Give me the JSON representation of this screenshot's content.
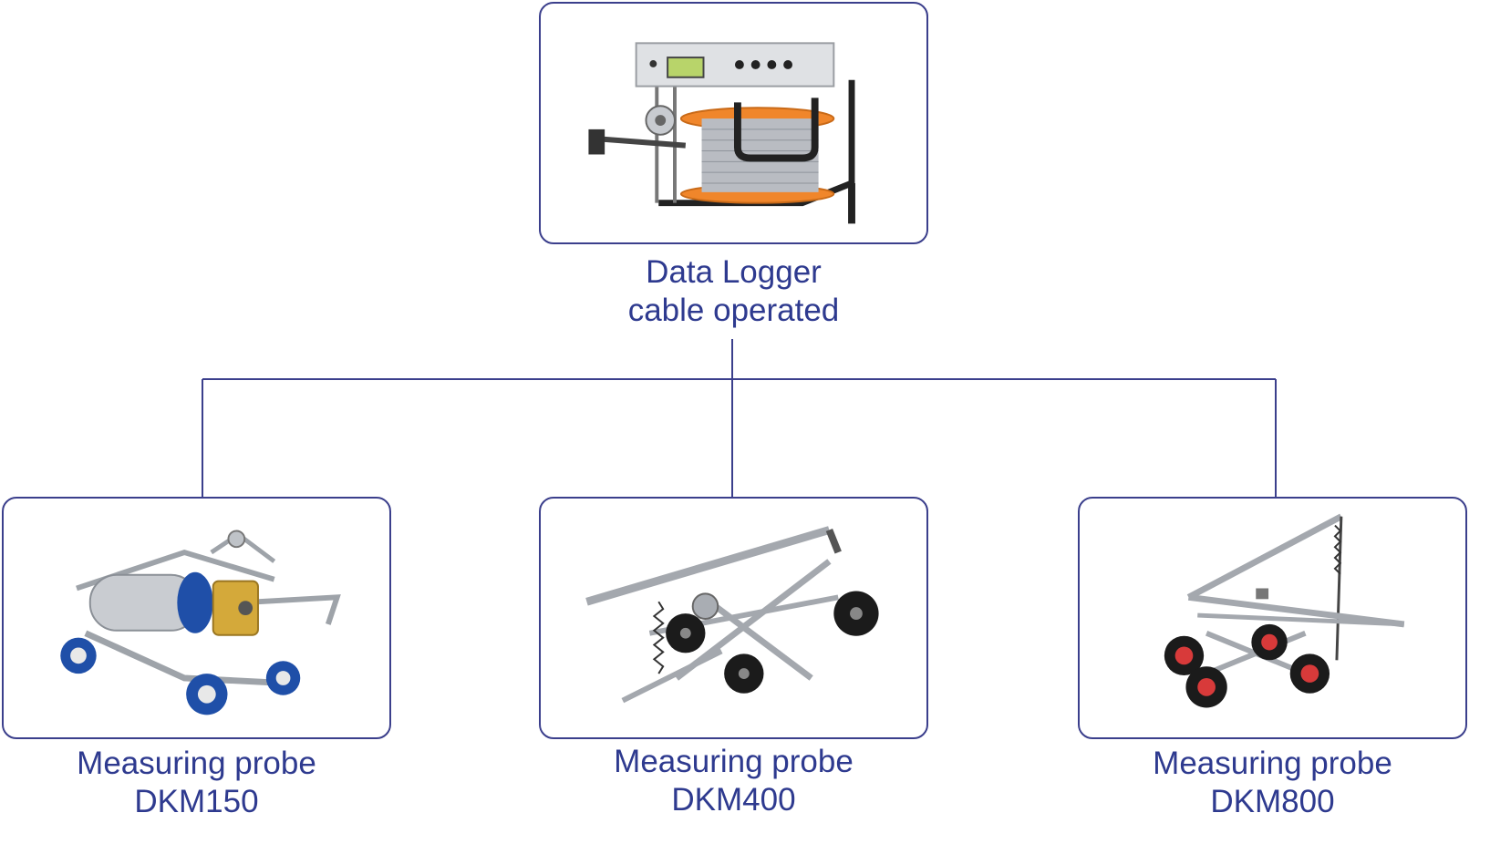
{
  "colors": {
    "border": "#3b3f8c",
    "text": "#2e3a8f",
    "accent_orange": "#f0862b",
    "wheel_blue": "#1f4fa8",
    "wheel_red": "#d83a3a"
  },
  "root": {
    "title_line1": "Data Logger",
    "title_line2": "cable operated",
    "image_icon": "data-logger-cable-reel-icon"
  },
  "children": [
    {
      "line1": "Measuring probe",
      "line2": "DKM150",
      "image_icon": "probe-dkm150-icon"
    },
    {
      "line1": "Measuring probe",
      "line2": "DKM400",
      "image_icon": "probe-dkm400-icon"
    },
    {
      "line1": "Measuring probe",
      "line2": "DKM800",
      "image_icon": "probe-dkm800-icon"
    }
  ]
}
